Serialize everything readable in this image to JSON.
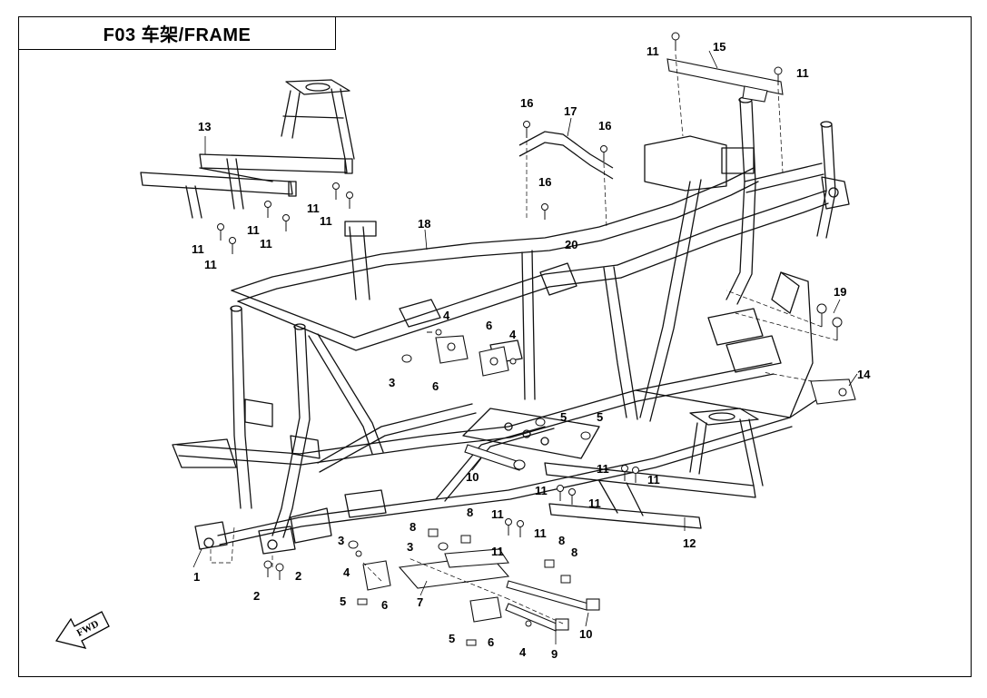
{
  "title": "F03 车架/FRAME",
  "fwd_label": "FWD",
  "callouts": [
    {
      "id": "c1",
      "label": "1"
    },
    {
      "id": "c2a",
      "label": "2"
    },
    {
      "id": "c2b",
      "label": "2"
    },
    {
      "id": "c3a",
      "label": "3"
    },
    {
      "id": "c3b",
      "label": "3"
    },
    {
      "id": "c3c",
      "label": "3"
    },
    {
      "id": "c4a",
      "label": "4"
    },
    {
      "id": "c4b",
      "label": "4"
    },
    {
      "id": "c4c",
      "label": "4"
    },
    {
      "id": "c4d",
      "label": "4"
    },
    {
      "id": "c5a",
      "label": "5"
    },
    {
      "id": "c5b",
      "label": "5"
    },
    {
      "id": "c5c",
      "label": "5"
    },
    {
      "id": "c5d",
      "label": "5"
    },
    {
      "id": "c6a",
      "label": "6"
    },
    {
      "id": "c6b",
      "label": "6"
    },
    {
      "id": "c6c",
      "label": "6"
    },
    {
      "id": "c6d",
      "label": "6"
    },
    {
      "id": "c7",
      "label": "7"
    },
    {
      "id": "c8a",
      "label": "8"
    },
    {
      "id": "c8b",
      "label": "8"
    },
    {
      "id": "c8c",
      "label": "8"
    },
    {
      "id": "c8d",
      "label": "8"
    },
    {
      "id": "c9",
      "label": "9"
    },
    {
      "id": "c10a",
      "label": "10"
    },
    {
      "id": "c10b",
      "label": "10"
    },
    {
      "id": "c11a",
      "label": "11"
    },
    {
      "id": "c11b",
      "label": "11"
    },
    {
      "id": "c11c",
      "label": "11"
    },
    {
      "id": "c11d",
      "label": "11"
    },
    {
      "id": "c11e",
      "label": "11"
    },
    {
      "id": "c11f",
      "label": "11"
    },
    {
      "id": "c11g",
      "label": "11"
    },
    {
      "id": "c11h",
      "label": "11"
    },
    {
      "id": "c11i",
      "label": "11"
    },
    {
      "id": "c11j",
      "label": "11"
    },
    {
      "id": "c11k",
      "label": "11"
    },
    {
      "id": "c11l",
      "label": "11"
    },
    {
      "id": "c11m",
      "label": "11"
    },
    {
      "id": "c11n",
      "label": "11"
    },
    {
      "id": "c11o",
      "label": "11"
    },
    {
      "id": "c12",
      "label": "12"
    },
    {
      "id": "c13",
      "label": "13"
    },
    {
      "id": "c14",
      "label": "14"
    },
    {
      "id": "c15",
      "label": "15"
    },
    {
      "id": "c16a",
      "label": "16"
    },
    {
      "id": "c16b",
      "label": "16"
    },
    {
      "id": "c16c",
      "label": "16"
    },
    {
      "id": "c17",
      "label": "17"
    },
    {
      "id": "c18",
      "label": "18"
    },
    {
      "id": "c19",
      "label": "19"
    },
    {
      "id": "c20",
      "label": "20"
    }
  ]
}
